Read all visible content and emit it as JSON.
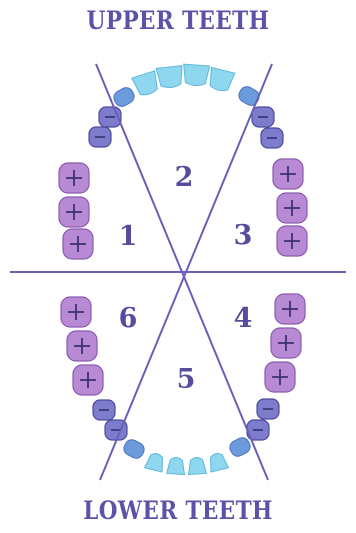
{
  "headings": {
    "upper": "UPPER TEETH",
    "lower": "LOWER TEETH"
  },
  "sextant_labels": [
    "1",
    "2",
    "3",
    "4",
    "5",
    "6"
  ],
  "colors": {
    "heading": "#5b53a8",
    "divider_lines": "#6a5fb6",
    "sextant_number": "#544c9c",
    "molar_fill": "#b88ad3",
    "molar_stroke": "#8a5ab0",
    "premolar_fill": "#7d7ccc",
    "premolar_stroke": "#4c4a9c",
    "canine_fill": "#6b9bdc",
    "incisor_fill": "#8ed7ef"
  }
}
